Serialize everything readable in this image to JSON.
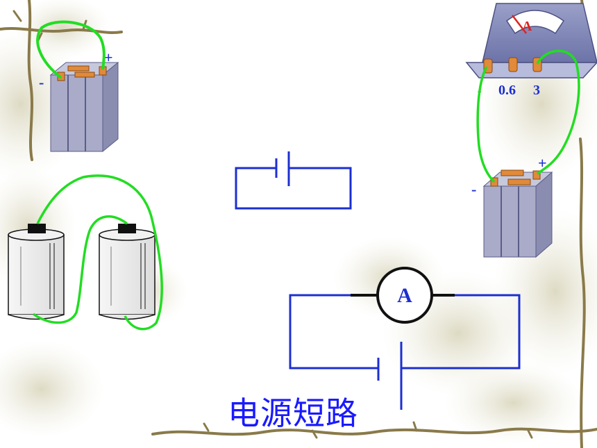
{
  "caption": "电源短路",
  "ammeter_device": {
    "face_letter": "A",
    "terminal_labels": [
      "-",
      "0.6",
      "3"
    ]
  },
  "battery_labels": {
    "positive": "+",
    "negative": "-"
  },
  "circuit_ammeter_symbol": "A",
  "colors": {
    "wire": "#22dd22",
    "schematic": "#1c2fd0",
    "caption": "#1a1aff",
    "battery_body": "#a9abc8",
    "terminal_orange": "#e08a3a",
    "frame_vine": "#8a7a4a"
  }
}
